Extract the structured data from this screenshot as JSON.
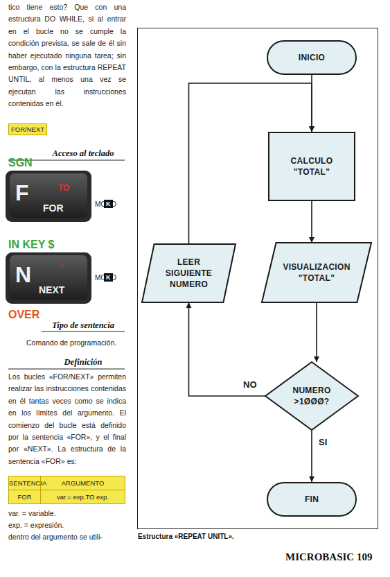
{
  "diagram": {
    "caption": "Estructura «REPEAT UNITL».",
    "nodes": [
      {
        "text": [
          "INICIO"
        ]
      },
      {
        "text": [
          "CALCULO \"TOTAL\""
        ]
      },
      {
        "text": [
          "LEER SIGUIENTE NUMERO"
        ]
      },
      {
        "text": [
          "VISUALIZACION \"TOTAL\""
        ]
      },
      {
        "text": [
          "NUMERO >1ØØØ?"
        ]
      },
      {
        "text": [
          "FIN"
        ]
      }
    ],
    "edges": [
      {
        "from": 0,
        "to": 1,
        "arrow": "to"
      },
      {
        "from": 1,
        "to": 3,
        "arrow": "to"
      },
      {
        "from": 3,
        "to": 4,
        "arrow": "to"
      },
      {
        "from": 4,
        "to": 2,
        "arrow": "to",
        "label": "NO"
      },
      {
        "from": 2,
        "to": 1,
        "arrow": "to"
      },
      {
        "from": 4,
        "to": 5,
        "arrow": "to",
        "label": "SI"
      }
    ],
    "labels": [
      "tico tiene esto? Que con una estructura DO WHILE, si al entrar en el bucle no se cumple la condición prevista, se sale de él sin haber ejecutado ninguna tarea; sin embargo, con la estructura REPEAT UNTIL, al menos una vez se ejecutan las instrucciones contenidas en él.",
      "FOR/NEXT",
      "Acceso al teclado",
      "SGN",
      "F",
      "TO",
      "FOR",
      "MODO",
      "K",
      "IN KEY $",
      "N",
      "'",
      "NEXT",
      "MODO",
      "K",
      "OVER",
      "Tipo de sentencia",
      "Comando de programación.",
      "Definición",
      "Los bucles «FOR/NEXT» permiten realizar las instrucciones contenidas en él tantas veces como se indica en los límites del argumento. El comienzo del bucle está definido por la sentencia «FOR», y el final por «NEXT». La estructura de la sentencia «FOR» es:",
      "SENTENCIA",
      "ARGUMENTO",
      "FOR",
      "var.= exp.TO exp.",
      "var. = variable.",
      "exp. = expresión.",
      "dentro del argumento se utili-",
      "MICROBASIC 109"
    ]
  }
}
